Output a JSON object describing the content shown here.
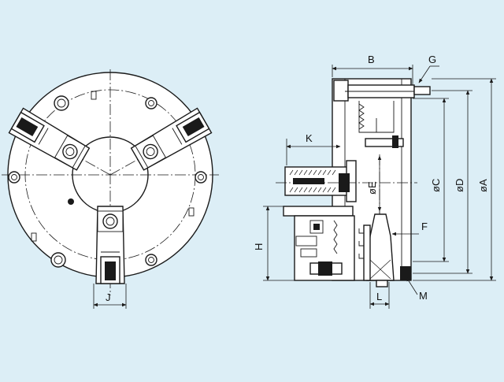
{
  "diagram": {
    "background_color": "#dceef6",
    "line_color": "#1a1a1a",
    "front_view": {
      "jaw_count": 3,
      "dimension_label": "J"
    },
    "side_view": {
      "labels": {
        "B": "B",
        "G": "G",
        "K": "K",
        "E": "øE",
        "C": "øC",
        "D": "øD",
        "A": "øA",
        "F": "F",
        "H": "H",
        "L": "L",
        "M": "M"
      }
    }
  }
}
